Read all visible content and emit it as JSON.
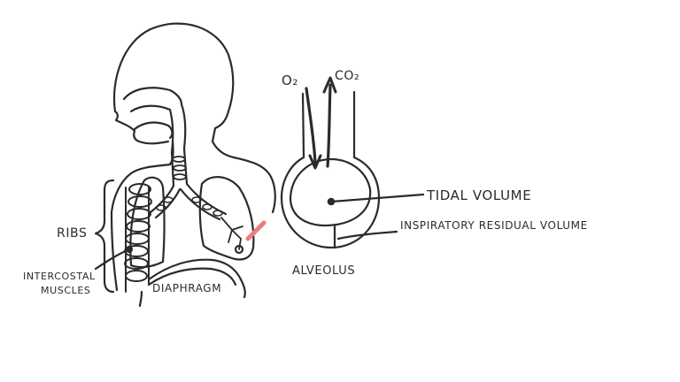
{
  "labels": {
    "o2": "O₂",
    "co2": "CO₂",
    "tidal_volume": "TIDAL VOLUME",
    "irv": "INSPIRATORY RESIDUAL VOLUME",
    "alveolus": "ALVEOLUS",
    "ribs": "RIBS",
    "intercostal_1": "INTERCOSTAL",
    "intercostal_2": "MUSCLES",
    "diaphragm": "DIAPHRAGM"
  },
  "colors": {
    "ink": "#2b2b2b",
    "o2": "#e0453e",
    "co2": "#3f4fa8",
    "highlight": "#ef7b7b"
  }
}
